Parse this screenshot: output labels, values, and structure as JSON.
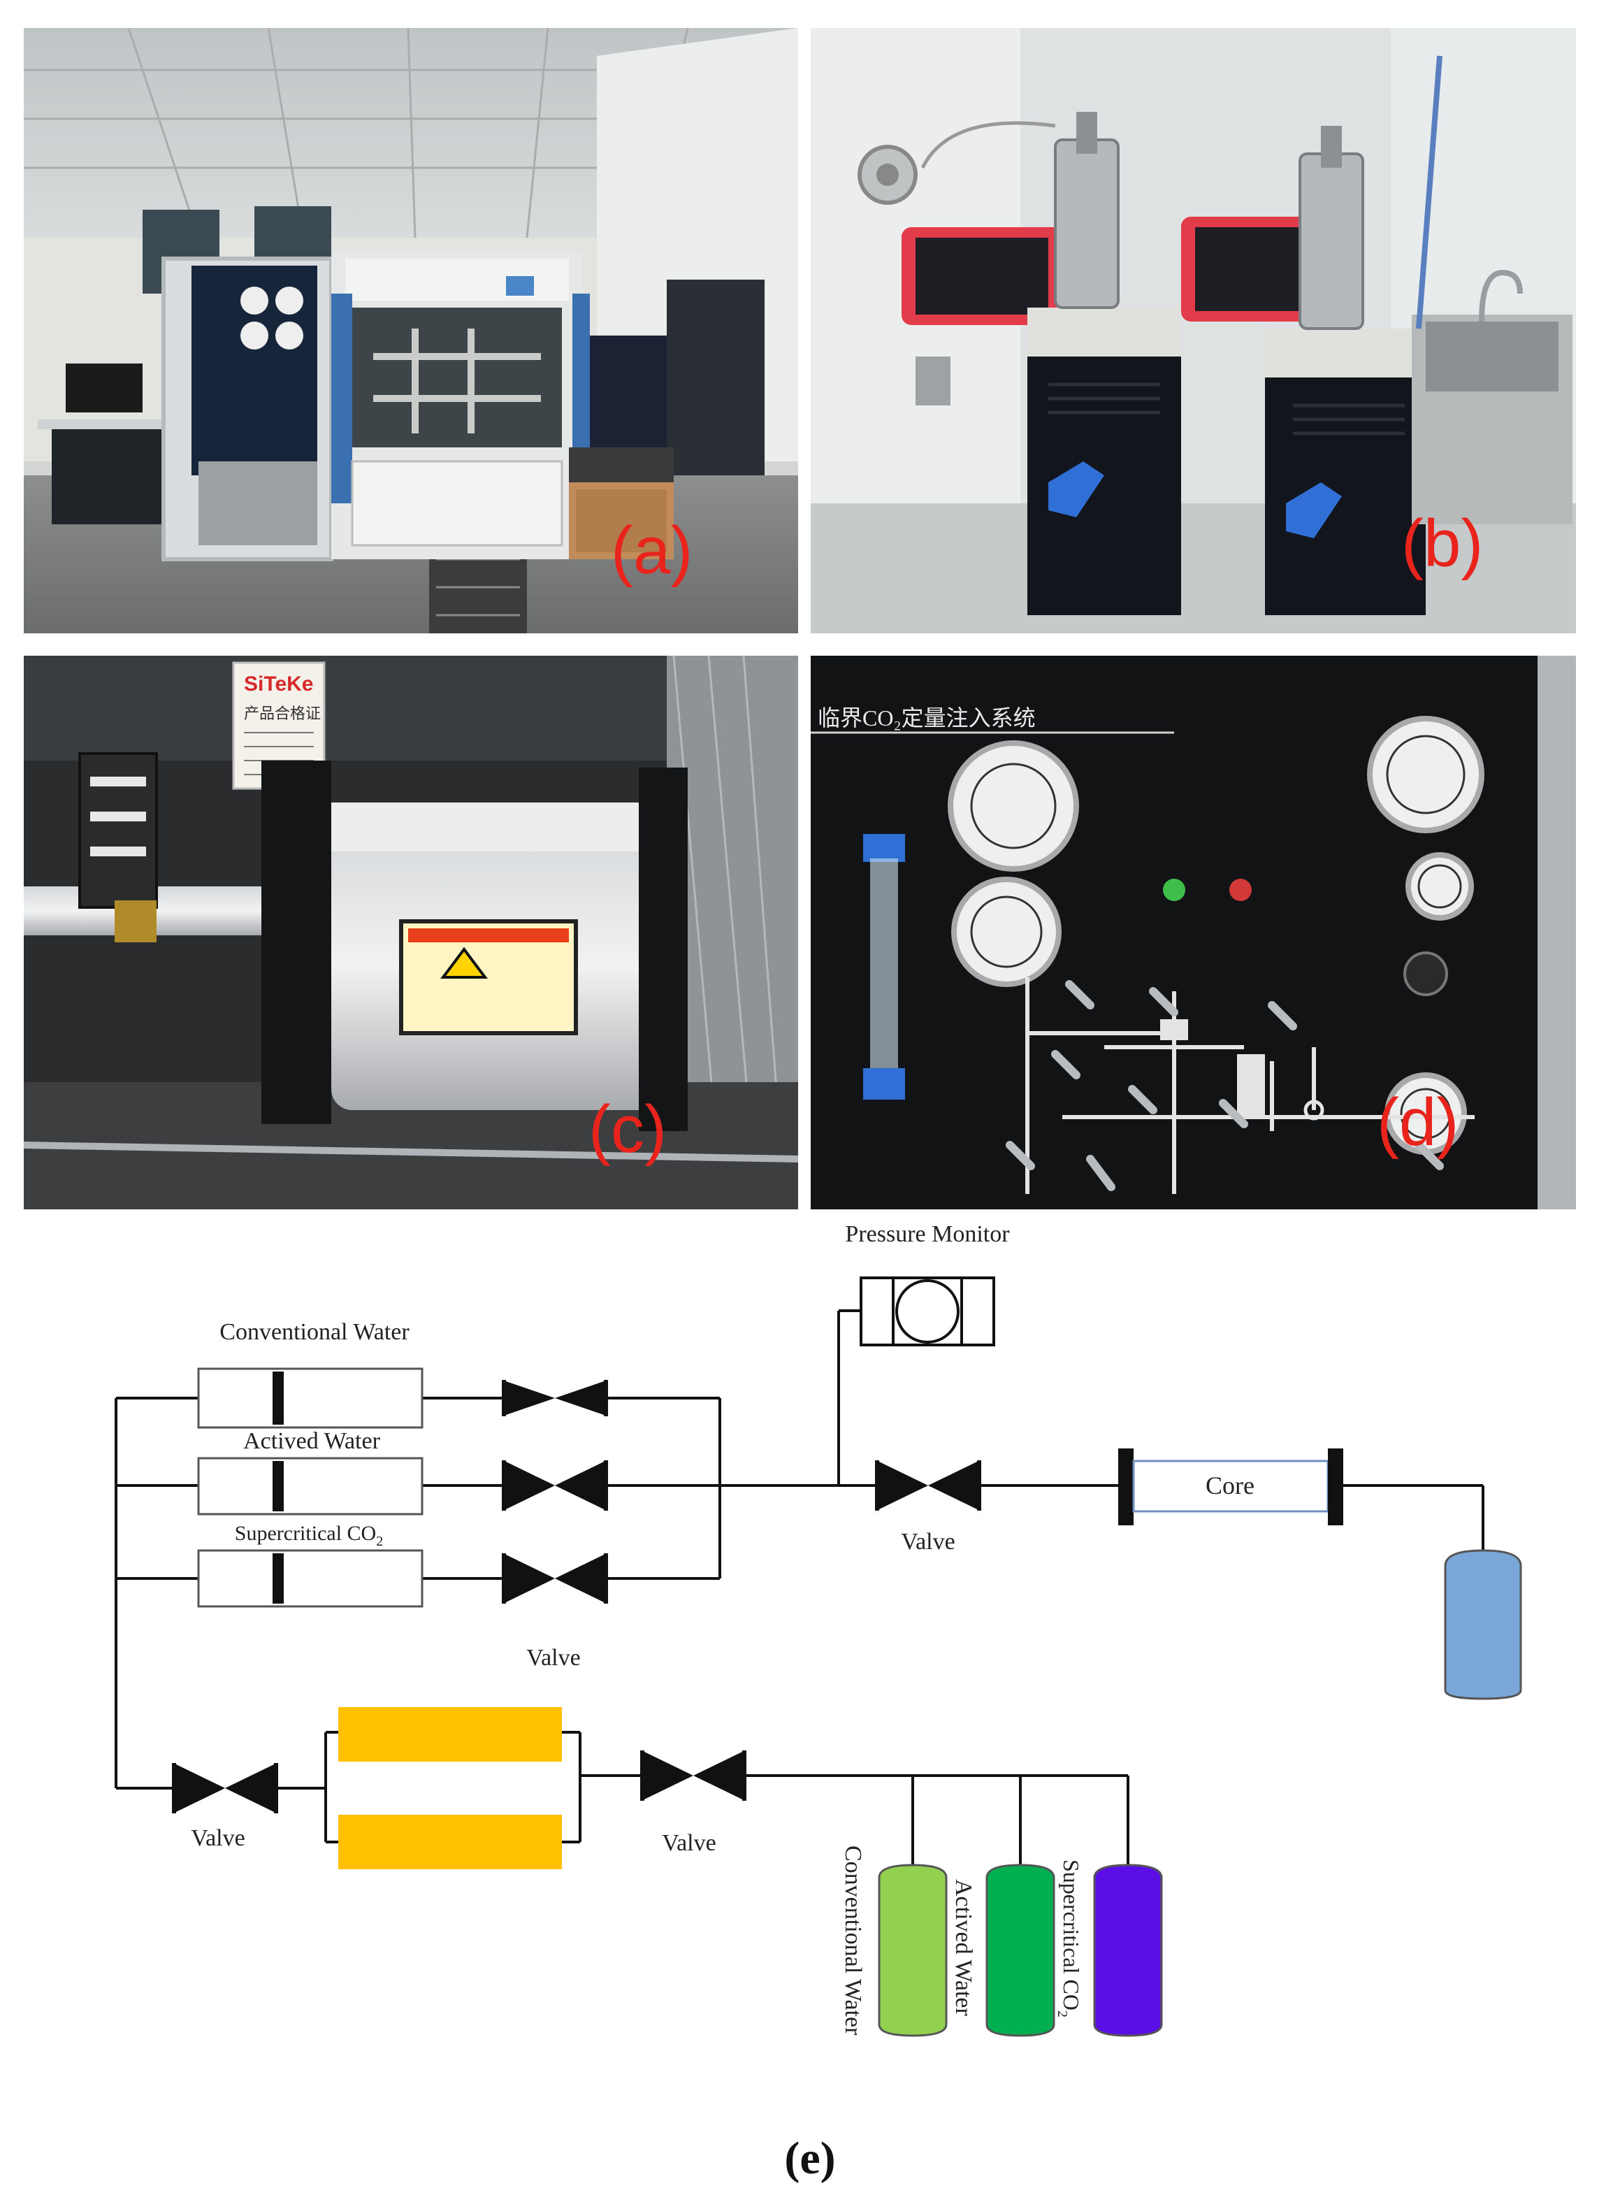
{
  "panels": {
    "a": {
      "label": "(a)"
    },
    "b": {
      "label": "(b)"
    },
    "c": {
      "label": "(c)",
      "tag_text": "SiTeKe",
      "tag_title": "产品合格证"
    },
    "d": {
      "label": "(d)",
      "panel_title": "临界CO₂定量注入系统"
    }
  },
  "diagram": {
    "pressure_monitor": "Pressure Monitor",
    "conventional_water": "Conventional Water",
    "actived_water": "Actived Water",
    "supercritical_co2": "Supercritical CO",
    "co2_subscript": "2",
    "valve": "Valve",
    "core": "Core",
    "tank_conventional_water": "Conventional Water",
    "tank_actived_water": "Actived Water",
    "tank_supercritical_co2": "Supercritical CO"
  },
  "colors": {
    "pump_yellow": "#ffc000",
    "tank_light_green": "#92d050",
    "tank_green": "#00b050",
    "tank_purple": "#5b0ee6",
    "outlet_blue": "#7ba7d8"
  },
  "caption": "(e)"
}
